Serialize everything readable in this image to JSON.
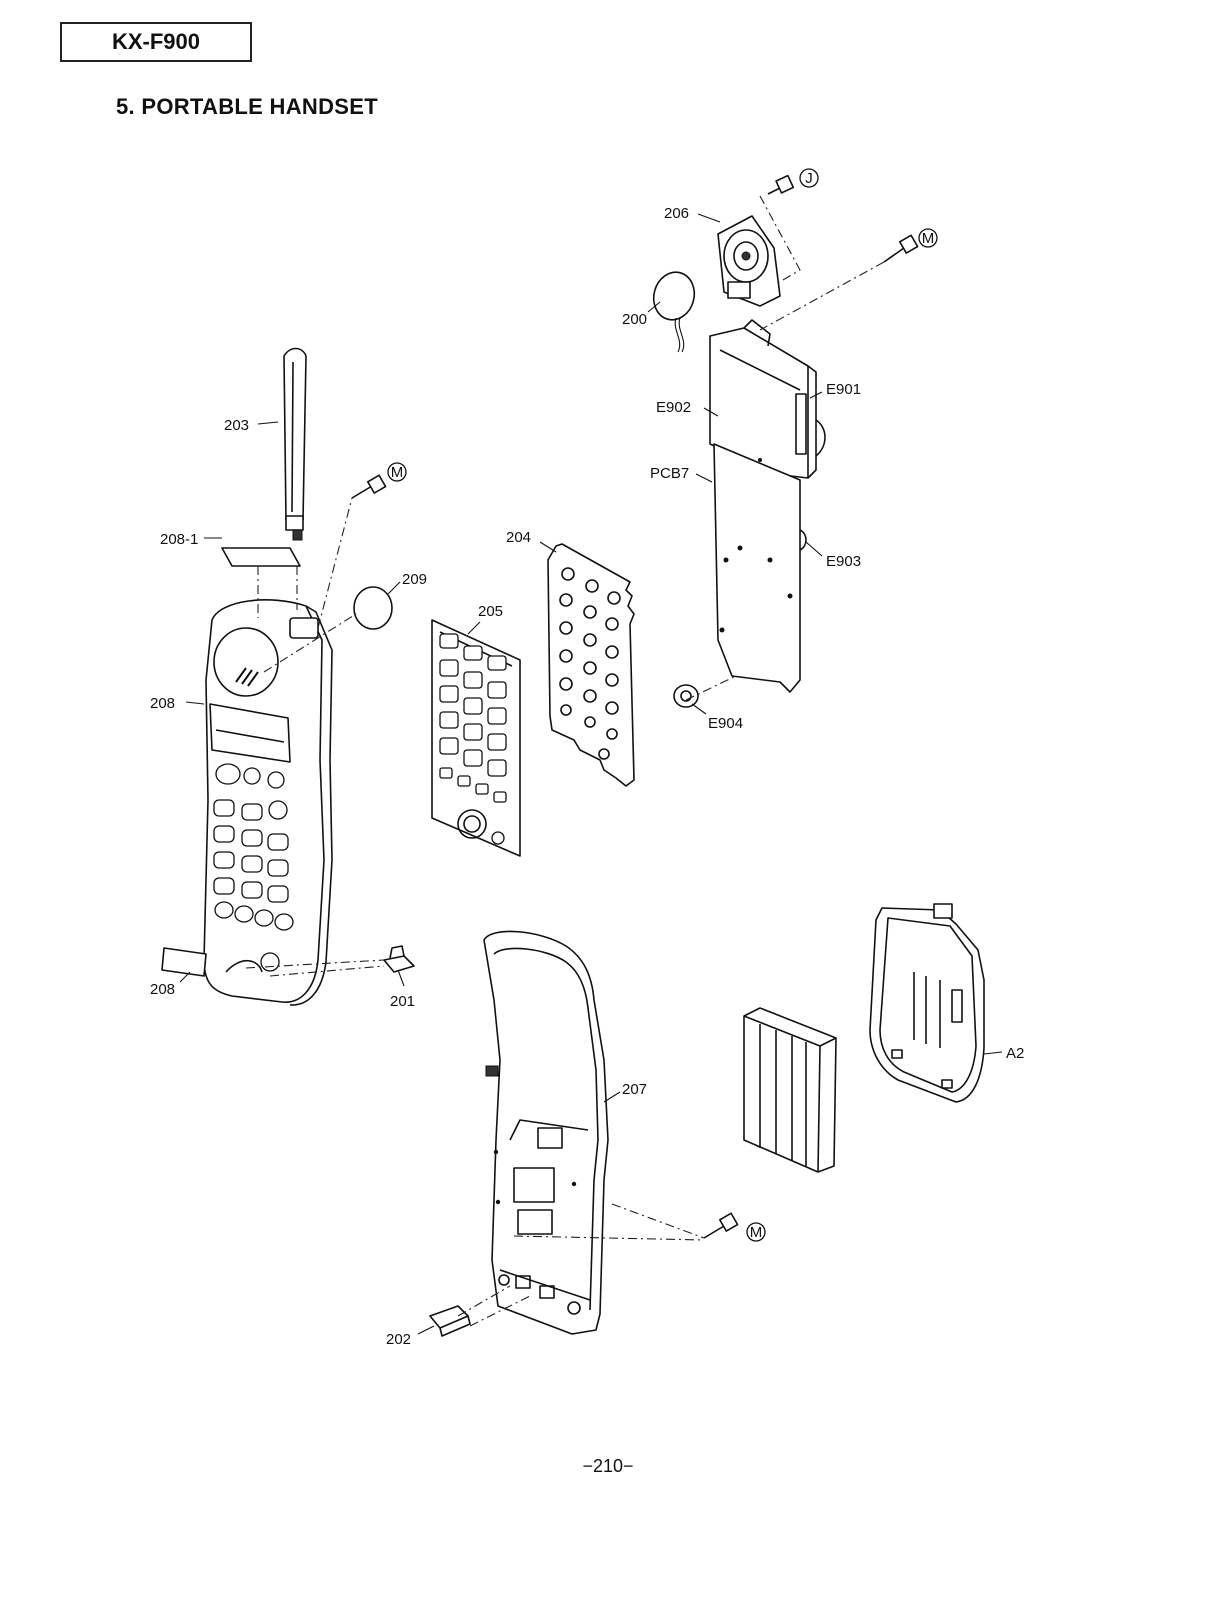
{
  "header": {
    "model": "KX-F900",
    "section_title": "5. PORTABLE HANDSET"
  },
  "page_number": "−210−",
  "callouts": {
    "c200": "200",
    "c201": "201",
    "c202": "202",
    "c203": "203",
    "c204": "204",
    "c205": "205",
    "c206": "206",
    "c207": "207",
    "c208": "208",
    "c208b": "208",
    "c208_1": "208-1",
    "c209": "209",
    "cE901": "E901",
    "cE902": "E902",
    "cE903": "E903",
    "cE904": "E904",
    "cPCB7": "PCB7",
    "cA2": "A2"
  },
  "screw_marks": {
    "j": "J",
    "m": "M"
  }
}
